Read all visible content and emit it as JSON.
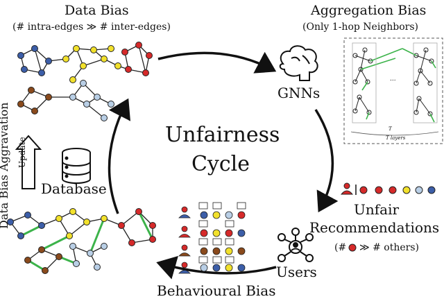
{
  "data_bias": {
    "title": "Data Bias",
    "subtitle": "(# intra-edges ≫ # inter-edges)"
  },
  "aggregation_bias": {
    "title": "Aggregation Bias",
    "subtitle": "(Only 1-hop  Neighbors)",
    "ellipsis": "...",
    "layers_label": "T layers",
    "t_label": "T"
  },
  "center": {
    "line1": "Unfairness",
    "line2": "Cycle"
  },
  "gnns": {
    "label": "GNNs"
  },
  "unfair_recs": {
    "line1": "Unfair",
    "line2": "Recommendations",
    "note_prefix": "(#",
    "note_suffix": "≫ # others)"
  },
  "users": {
    "label": "Users"
  },
  "behavioural_bias": {
    "label": "Behavioural Bias"
  },
  "database": {
    "label": "Database",
    "update_label": "Update"
  },
  "side": {
    "label": "Data Bias Aggravation"
  },
  "colors": {
    "blue": "#3c5ea8",
    "yellow": "#f2e12c",
    "red": "#d62a2a",
    "brown": "#8a4a1c",
    "lightblue": "#b9cfe6",
    "green": "#3cb34a",
    "dark": "#1a1a1a"
  }
}
